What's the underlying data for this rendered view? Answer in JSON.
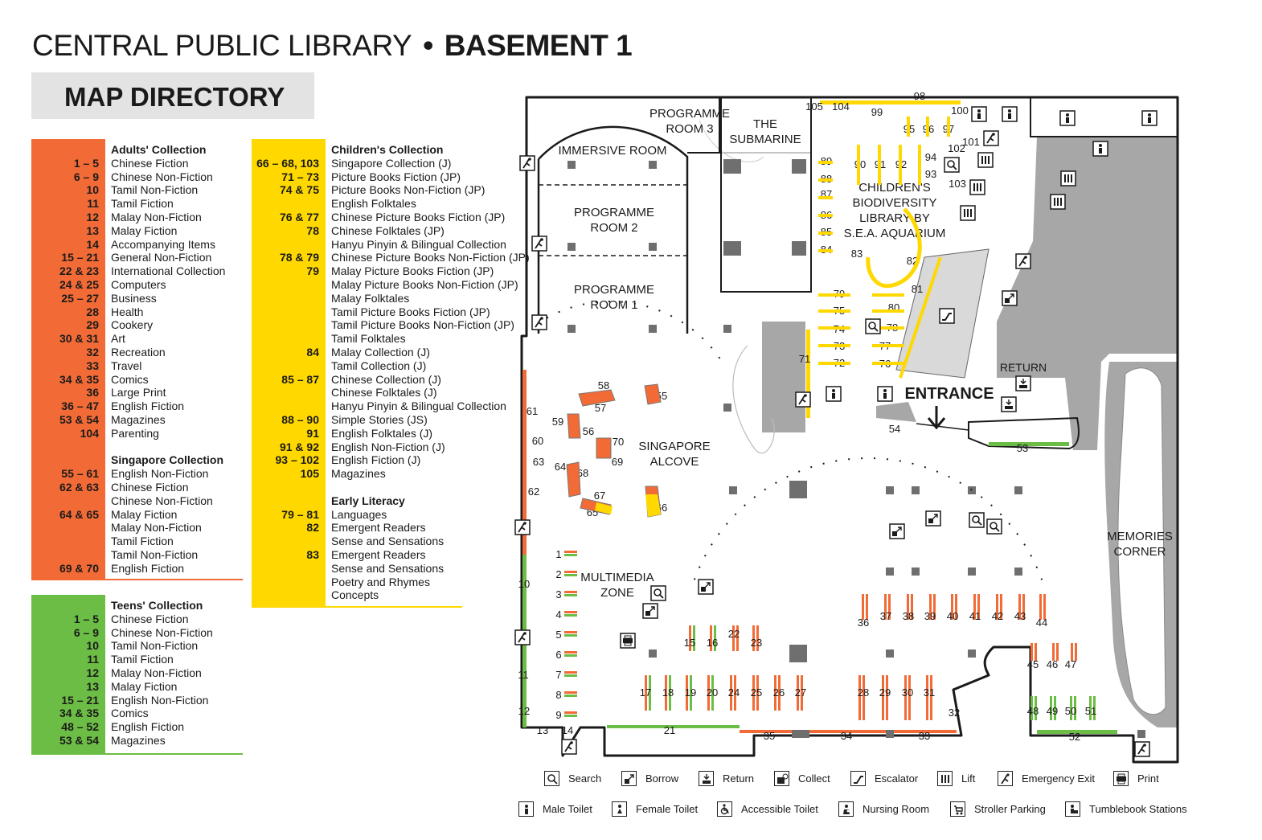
{
  "header": {
    "title_main": "CENTRAL PUBLIC LIBRARY",
    "separator": "•",
    "title_level": "BASEMENT 1",
    "directory": "MAP DIRECTORY"
  },
  "colors": {
    "adults": "#f26b36",
    "children": "#ffd800",
    "teens": "#6cbd45",
    "wall": "#1a1a1a",
    "grey_area": "#a7a7a7",
    "shelf_grey": "#6f6f6f"
  },
  "adults": {
    "heading": "Adults' Collection",
    "rows": [
      {
        "n": "1 – 5",
        "t": "Chinese Fiction"
      },
      {
        "n": "6 – 9",
        "t": "Chinese Non-Fiction"
      },
      {
        "n": "10",
        "t": "Tamil Non-Fiction"
      },
      {
        "n": "11",
        "t": "Tamil Fiction"
      },
      {
        "n": "12",
        "t": "Malay Non-Fiction"
      },
      {
        "n": "13",
        "t": "Malay Fiction"
      },
      {
        "n": "14",
        "t": "Accompanying Items"
      },
      {
        "n": "15 – 21",
        "t": "General Non-Fiction"
      },
      {
        "n": "22 & 23",
        "t": "International Collection"
      },
      {
        "n": "24 & 25",
        "t": "Computers"
      },
      {
        "n": "25 – 27",
        "t": "Business"
      },
      {
        "n": "28",
        "t": "Health"
      },
      {
        "n": "29",
        "t": "Cookery"
      },
      {
        "n": "30 & 31",
        "t": "Art"
      },
      {
        "n": "32",
        "t": "Recreation"
      },
      {
        "n": "33",
        "t": "Travel"
      },
      {
        "n": "34 & 35",
        "t": "Comics"
      },
      {
        "n": "36",
        "t": "Large Print"
      },
      {
        "n": "36 – 47",
        "t": "English Fiction"
      },
      {
        "n": "53 & 54",
        "t": "Magazines"
      },
      {
        "n": "104",
        "t": "Parenting"
      }
    ],
    "singapore_heading": "Singapore Collection",
    "singapore_rows": [
      {
        "n": "55 – 61",
        "t": "English Non-Fiction"
      },
      {
        "n": "62 & 63",
        "t": "Chinese Fiction"
      },
      {
        "n": "",
        "t": "Chinese Non-Fiction"
      },
      {
        "n": "64 & 65",
        "t": "Malay Fiction"
      },
      {
        "n": "",
        "t": "Malay Non-Fiction"
      },
      {
        "n": "",
        "t": "Tamil Fiction"
      },
      {
        "n": "",
        "t": "Tamil Non-Fiction"
      },
      {
        "n": "69 & 70",
        "t": "English Fiction"
      }
    ]
  },
  "teens": {
    "heading": "Teens' Collection",
    "rows": [
      {
        "n": "1 – 5",
        "t": "Chinese Fiction"
      },
      {
        "n": "6 – 9",
        "t": "Chinese Non-Fiction"
      },
      {
        "n": "10",
        "t": "Tamil Non-Fiction"
      },
      {
        "n": "11",
        "t": "Tamil Fiction"
      },
      {
        "n": "12",
        "t": "Malay Non-Fiction"
      },
      {
        "n": "13",
        "t": "Malay Fiction"
      },
      {
        "n": "15 – 21",
        "t": "English Non-Fiction"
      },
      {
        "n": "34 & 35",
        "t": "Comics"
      },
      {
        "n": "48 – 52",
        "t": "English Fiction"
      },
      {
        "n": "53 & 54",
        "t": "Magazines"
      }
    ]
  },
  "children": {
    "heading": "Children's Collection",
    "rows": [
      {
        "n": "66 – 68, 103",
        "t": "Singapore Collection (J)"
      },
      {
        "n": "71 – 73",
        "t": "Picture Books Fiction (JP)"
      },
      {
        "n": "74 & 75",
        "t": "Picture Books Non-Fiction (JP)"
      },
      {
        "n": "",
        "t": "English Folktales"
      },
      {
        "n": "76 & 77",
        "t": "Chinese Picture Books Fiction (JP)"
      },
      {
        "n": "78",
        "t": "Chinese Folktales (JP)"
      },
      {
        "n": "",
        "t": "Hanyu Pinyin & Bilingual Collection"
      },
      {
        "n": "78 & 79",
        "t": "Chinese Picture Books Non-Fiction (JP)"
      },
      {
        "n": "79",
        "t": "Malay Picture Books Fiction (JP)"
      },
      {
        "n": "",
        "t": "Malay Picture Books Non-Fiction (JP)"
      },
      {
        "n": "",
        "t": "Malay Folktales"
      },
      {
        "n": "",
        "t": "Tamil Picture Books Fiction (JP)"
      },
      {
        "n": "",
        "t": "Tamil Picture Books Non-Fiction (JP)"
      },
      {
        "n": "",
        "t": "Tamil Folktales"
      },
      {
        "n": "84",
        "t": "Malay Collection (J)"
      },
      {
        "n": "",
        "t": "Tamil Collection (J)"
      },
      {
        "n": "85 – 87",
        "t": "Chinese Collection (J)"
      },
      {
        "n": "",
        "t": "Chinese Folktales (J)"
      },
      {
        "n": "",
        "t": "Hanyu Pinyin & Bilingual Collection"
      },
      {
        "n": "88 – 90",
        "t": "Simple Stories (JS)"
      },
      {
        "n": "91",
        "t": "English Folktales (J)"
      },
      {
        "n": "91 & 92",
        "t": "English Non-Fiction (J)"
      },
      {
        "n": "93 – 102",
        "t": "English Fiction (J)"
      },
      {
        "n": "105",
        "t": "Magazines"
      }
    ],
    "literacy_heading": "Early Literacy",
    "literacy_rows": [
      {
        "n": "79 – 81",
        "t": "Languages"
      },
      {
        "n": "82",
        "t": "Emergent Readers"
      },
      {
        "n": "",
        "t": "Sense and Sensations"
      },
      {
        "n": "83",
        "t": "Emergent Readers"
      },
      {
        "n": "",
        "t": "Sense and Sensations"
      },
      {
        "n": "",
        "t": "Poetry and Rhymes"
      },
      {
        "n": "",
        "t": "Concepts"
      }
    ]
  },
  "map": {
    "rooms": {
      "programme_room_3": "PROGRAMME\nROOM 3",
      "the_submarine": "THE\nSUBMARINE",
      "immersive_room": "IMMERSIVE ROOM",
      "programme_room_2": "PROGRAMME\nROOM 2",
      "programme_room_1": "PROGRAMME\nROOM 1",
      "childrens_library": "CHILDREN'S\nBIODIVERSITY\nLIBRARY BY\nS.E.A. AQUARIUM",
      "singapore_alcove": "SINGAPORE\nALCOVE",
      "multimedia_zone": "MULTIMEDIA\nZONE",
      "memories_corner": "MEMORIES\nCORNER",
      "entrance": "ENTRANCE",
      "return": "RETURN"
    },
    "shelf_numbers": [
      "1",
      "2",
      "3",
      "4",
      "5",
      "6",
      "7",
      "8",
      "9",
      "10",
      "11",
      "12",
      "13",
      "14",
      "15",
      "16",
      "17",
      "18",
      "19",
      "20",
      "21",
      "22",
      "23",
      "24",
      "25",
      "26",
      "27",
      "28",
      "29",
      "30",
      "31",
      "32",
      "33",
      "34",
      "35",
      "36",
      "37",
      "38",
      "39",
      "40",
      "41",
      "42",
      "43",
      "44",
      "45",
      "46",
      "47",
      "48",
      "49",
      "50",
      "51",
      "52",
      "53",
      "54",
      "55",
      "56",
      "57",
      "58",
      "59",
      "60",
      "61",
      "62",
      "63",
      "64",
      "65",
      "66",
      "67",
      "68",
      "69",
      "70",
      "71",
      "72",
      "73",
      "74",
      "75",
      "76",
      "77",
      "78",
      "79",
      "80",
      "81",
      "82",
      "83",
      "84",
      "85",
      "86",
      "87",
      "88",
      "89",
      "90",
      "91",
      "92",
      "93",
      "94",
      "95",
      "96",
      "97",
      "98",
      "99",
      "100",
      "101",
      "102",
      "103",
      "104",
      "105"
    ]
  },
  "legend": {
    "row1": [
      {
        "icon": "search-icon",
        "label": "Search"
      },
      {
        "icon": "borrow-icon",
        "label": "Borrow"
      },
      {
        "icon": "return-icon",
        "label": "Return"
      },
      {
        "icon": "collect-icon",
        "label": "Collect"
      },
      {
        "icon": "escalator-icon",
        "label": "Escalator"
      },
      {
        "icon": "lift-icon",
        "label": "Lift"
      },
      {
        "icon": "emergency-exit-icon",
        "label": "Emergency Exit"
      },
      {
        "icon": "print-icon",
        "label": "Print"
      }
    ],
    "row2": [
      {
        "icon": "male-toilet-icon",
        "label": "Male Toilet"
      },
      {
        "icon": "female-toilet-icon",
        "label": "Female Toilet"
      },
      {
        "icon": "accessible-toilet-icon",
        "label": "Accessible Toilet"
      },
      {
        "icon": "nursing-room-icon",
        "label": "Nursing Room"
      },
      {
        "icon": "stroller-parking-icon",
        "label": "Stroller Parking"
      },
      {
        "icon": "tumblebook-stations-icon",
        "label": "Tumblebook Stations"
      }
    ]
  }
}
